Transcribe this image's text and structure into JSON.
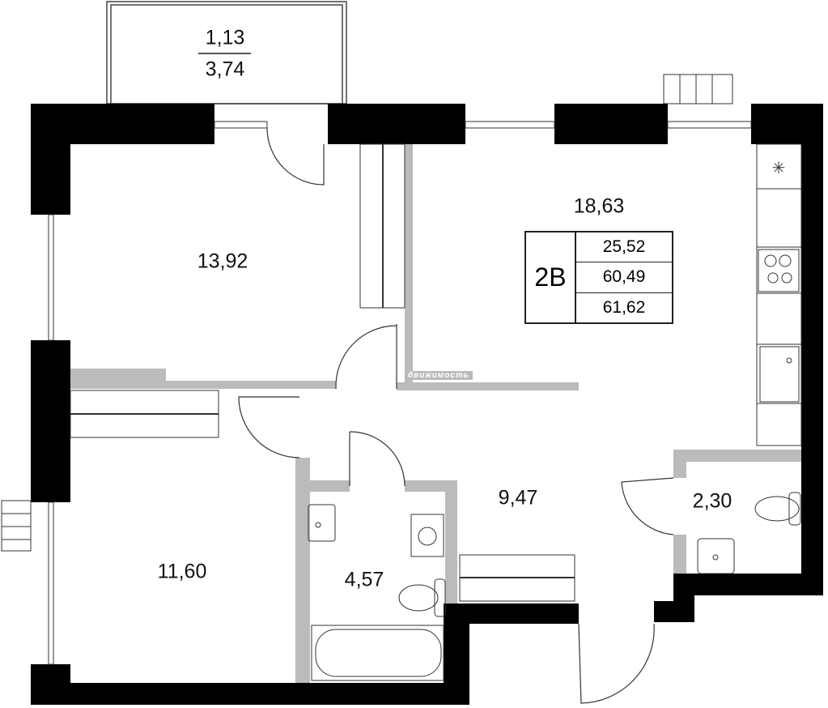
{
  "balcony": {
    "area_top": "1,13",
    "area_bottom": "3,74"
  },
  "rooms": [
    {
      "id": "bedroom-1",
      "area": "13,92"
    },
    {
      "id": "kitchen-living",
      "area": "18,63"
    },
    {
      "id": "bedroom-2",
      "area": "11,60"
    },
    {
      "id": "bathroom",
      "area": "4,57"
    },
    {
      "id": "hallway",
      "area": "9,47"
    },
    {
      "id": "wc",
      "area": "2,30"
    }
  ],
  "info_box": {
    "type": "2В",
    "values": [
      "25,52",
      "60,49",
      "61,62"
    ]
  },
  "watermark": "движимость",
  "colors": {
    "wall": "#000000",
    "partition": "#bbbbbb"
  }
}
